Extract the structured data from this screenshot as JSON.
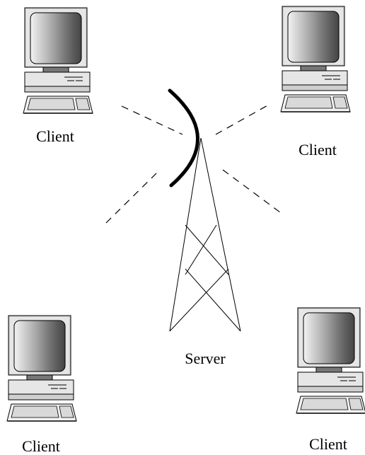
{
  "diagram": {
    "nodes": [
      {
        "id": "client-top-left",
        "label": "Client",
        "icon": "desktop-computer-icon"
      },
      {
        "id": "client-top-right",
        "label": "Client",
        "icon": "desktop-computer-icon"
      },
      {
        "id": "client-bottom-left",
        "label": "Client",
        "icon": "desktop-computer-icon"
      },
      {
        "id": "client-bottom-right",
        "label": "Client",
        "icon": "desktop-computer-icon"
      },
      {
        "id": "server",
        "label": "Server",
        "icon": "radio-tower-icon"
      }
    ],
    "links": [
      {
        "from": "server",
        "to": "client-top-left",
        "style": "dashed"
      },
      {
        "from": "server",
        "to": "client-top-right",
        "style": "dashed"
      },
      {
        "from": "server",
        "to": "client-bottom-left",
        "style": "dashed"
      },
      {
        "from": "server",
        "to": "client-bottom-right",
        "style": "dashed"
      }
    ],
    "colors": {
      "line": "#000000",
      "background": "#ffffff"
    }
  }
}
